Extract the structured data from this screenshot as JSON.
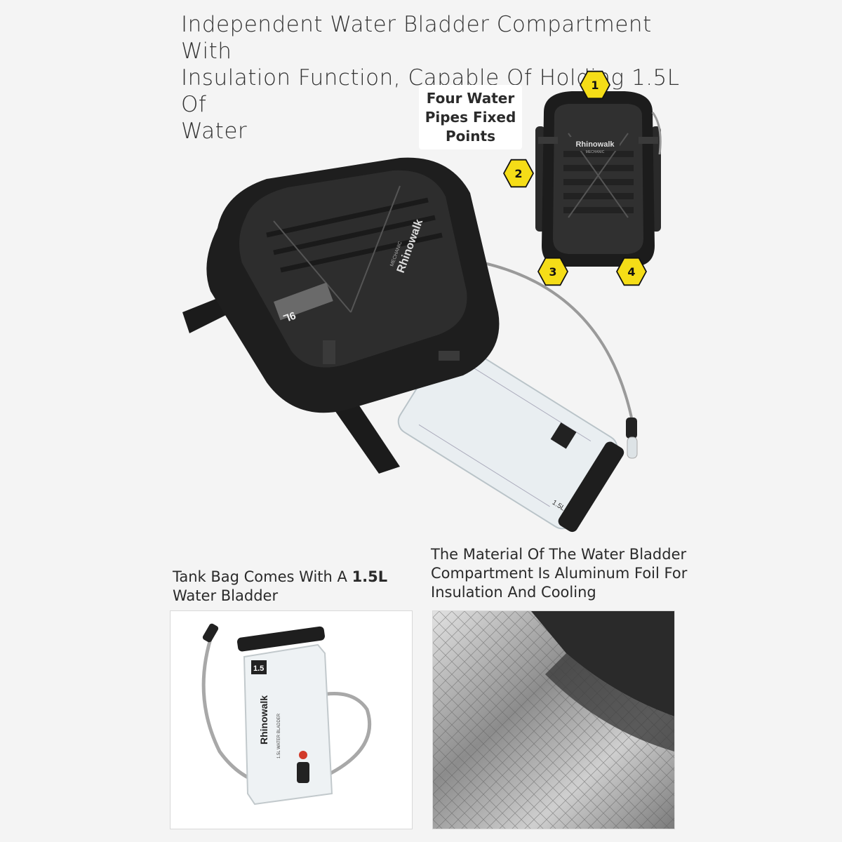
{
  "headline": {
    "line1": "Independent Water Bladder Compartment With",
    "line2": "Insulation Function, Capable Of Holding 1.5L Of",
    "line3": "Water"
  },
  "callout": {
    "line1": "Four Water",
    "line2": "Pipes Fixed",
    "line3": "Points"
  },
  "markers": [
    "1",
    "2",
    "3",
    "4"
  ],
  "main_bag": {
    "brand": "Rhinowalk",
    "sub": "MECHANIC",
    "capacity": "9L",
    "bladder_volume": "1.5L"
  },
  "small_bag": {
    "brand": "Rhinowalk",
    "sub": "MECHANIC"
  },
  "left_caption": {
    "line1_prefix": "Tank Bag Comes With A ",
    "line1_bold": "1.5L",
    "line2": "Water Bladder"
  },
  "right_caption": {
    "line1": "The Material Of The Water Bladder",
    "line2": "Compartment Is Aluminum Foil For",
    "line3": "Insulation And Cooling"
  },
  "bladder": {
    "volume_label": "1.5",
    "brand": "Rhinowalk",
    "label": "1.5L WATER BLADDER"
  },
  "colors": {
    "background": "#f4f4f4",
    "marker_yellow": "#f5dd17",
    "bag_black": "#1e1e1e",
    "foil_silver": "#b9b9b9"
  }
}
